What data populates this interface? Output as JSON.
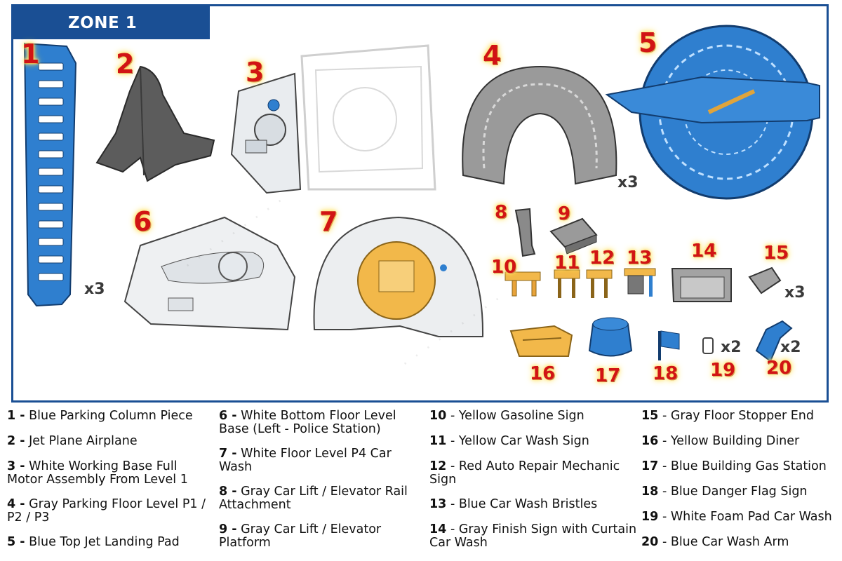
{
  "zone_title": "ZONE 1",
  "part_badges": [
    "1",
    "2",
    "3",
    "4",
    "5",
    "6",
    "7",
    "8",
    "9",
    "10",
    "11",
    "12",
    "13",
    "14",
    "15",
    "16",
    "17",
    "18",
    "19",
    "20"
  ],
  "multipliers": {
    "part_1": "x3",
    "part_4": "x3",
    "part_15": "x3",
    "part_19": "x2",
    "part_20": "x2"
  },
  "legend": [
    {
      "num": "1 -",
      "text": "Blue Parking Column Piece"
    },
    {
      "num": "2 -",
      "text": "Jet Plane Airplane"
    },
    {
      "num": "3 -",
      "text": "White Working Base Full Motor Assembly From Level 1"
    },
    {
      "num": "4 -",
      "text": "Gray Parking Floor Level P1 / P2 / P3"
    },
    {
      "num": "5 -",
      "text": "Blue Top Jet Landing Pad"
    },
    {
      "num": "6 -",
      "text": "White Bottom Floor Level Base (Left - Police Station)"
    },
    {
      "num": "7 -",
      "text": "White Floor Level P4 Car Wash"
    },
    {
      "num": "8 -",
      "text": "Gray Car Lift / Elevator Rail Attachment"
    },
    {
      "num": "9 -",
      "text": "Gray Car Lift / Elevator Platform"
    },
    {
      "num": "10",
      "text": "- Yellow Gasoline Sign"
    },
    {
      "num": "11",
      "text": "- Yellow Car Wash Sign"
    },
    {
      "num": "12",
      "text": "- Red Auto Repair Mechanic Sign"
    },
    {
      "num": "13",
      "text": "- Blue Car Wash Bristles"
    },
    {
      "num": "14",
      "text": "- Gray Finish Sign with Curtain Car Wash"
    },
    {
      "num": "15",
      "text": "- Gray Floor Stopper End"
    },
    {
      "num": "16",
      "text": "- Yellow Building Diner"
    },
    {
      "num": "17",
      "text": "- Blue Building Gas Station"
    },
    {
      "num": "18",
      "text": "- Blue Danger Flag Sign"
    },
    {
      "num": "19",
      "text": "- White Foam Pad Car Wash"
    },
    {
      "num": "20",
      "text": "- Blue Car Wash Arm"
    }
  ],
  "colors": {
    "frame_blue": "#1a4f94",
    "part_blue": "#2f7fcf",
    "part_gray": "#8a8a8a",
    "part_yellow": "#f2b84a",
    "badge_red": "#d11414"
  }
}
